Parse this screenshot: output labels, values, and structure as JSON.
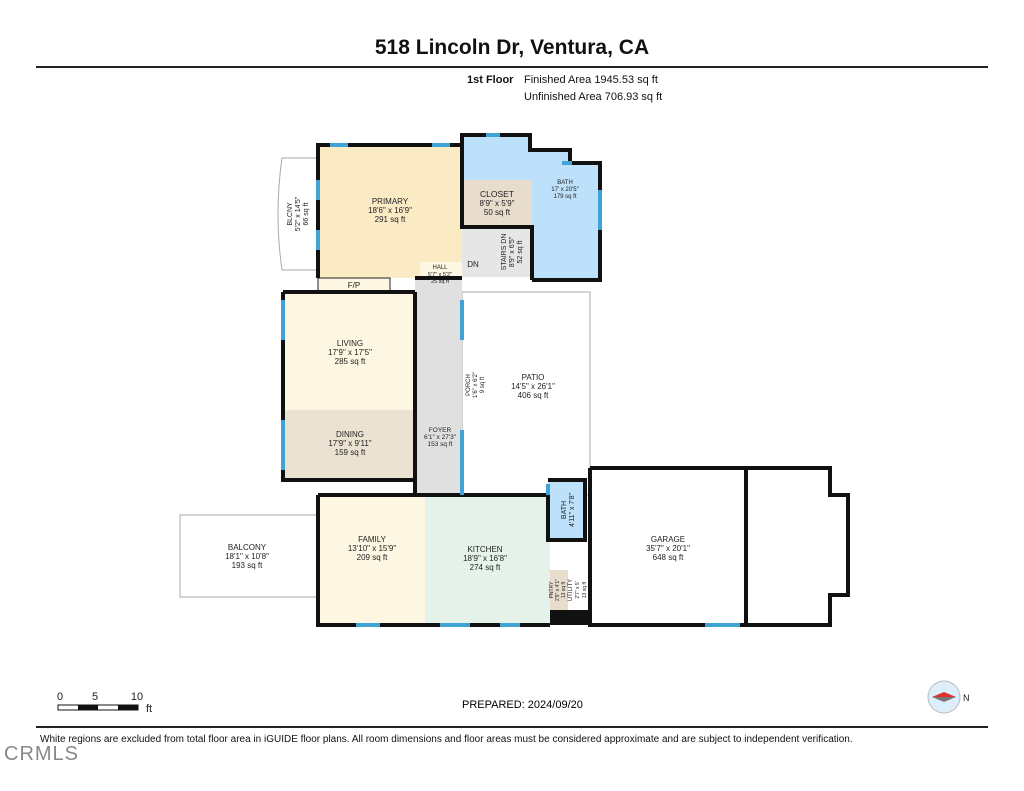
{
  "title": "518 Lincoln Dr, Ventura, CA",
  "floor": "1st Floor",
  "finished_area": "Finished Area 1945.53 sq ft",
  "unfinished_area": "Unfinished Area 706.93 sq ft",
  "rooms": {
    "primary": {
      "name": "PRIMARY",
      "dims": "18'6\" x 16'9\"",
      "area": "291 sq ft"
    },
    "closet": {
      "name": "CLOSET",
      "dims": "8'9\" x 5'9\"",
      "area": "50 sq ft"
    },
    "bath1": {
      "name": "BATH",
      "dims": "17' x 20'5\"",
      "area": "179 sq ft"
    },
    "bcony": {
      "name": "BLCNY",
      "dims": "5'2\" x 14'5\"",
      "area": "66 sq ft"
    },
    "stairs": {
      "name": "STAIRS DN",
      "dims": "8'9\" x 6'5\"",
      "area": "52 sq ft"
    },
    "dn": "DN",
    "hall": {
      "name": "HALL",
      "dims": "5'7\" x 5'2\"",
      "area": "25 sq ft"
    },
    "fp": "F/P",
    "living": {
      "name": "LIVING",
      "dims": "17'9\" x 17'5\"",
      "area": "285 sq ft"
    },
    "dining": {
      "name": "DINING",
      "dims": "17'9\" x 9'11\"",
      "area": "159 sq ft"
    },
    "porch": {
      "name": "PORCH",
      "dims": "1'6\" x 6'2\"",
      "area": "9 sq ft"
    },
    "foyer": {
      "name": "FOYER",
      "dims": "6'1\" x 27'3\"",
      "area": "153 sq ft"
    },
    "patio": {
      "name": "PATIO",
      "dims": "14'5\" x 26'1\"",
      "area": "406 sq ft"
    },
    "balcony": {
      "name": "BALCONY",
      "dims": "18'1\" x 10'8\"",
      "area": "193 sq ft"
    },
    "family": {
      "name": "FAMILY",
      "dims": "13'10\" x 15'9\"",
      "area": "209 sq ft"
    },
    "kitchen": {
      "name": "KITCHEN",
      "dims": "18'9\" x 16'8\"",
      "area": "274 sq ft"
    },
    "bath2": {
      "name": "BATH",
      "dims": "4'11\" x 7'8\""
    },
    "pantry": {
      "name": "PNTRY",
      "dims": "2'9\" x 4'1\"",
      "area": "13 sq ft"
    },
    "utility": {
      "name": "UTILITY",
      "dims": "2'7\" x 5'",
      "area": "13 sq ft"
    },
    "garage": {
      "name": "GARAGE",
      "dims": "35'7\" x 20'1\"",
      "area": "648 sq ft"
    }
  },
  "scale": {
    "labels": [
      "0",
      "5",
      "10"
    ],
    "unit": "ft"
  },
  "prepared": "PREPARED: 2024/09/20",
  "compass": "N",
  "disclaimer": "White regions are excluded from total floor area in iGUIDE floor plans. All room dimensions and floor areas must be considered approximate and are subject to independent verification.",
  "logo": "CRMLS",
  "colors": {
    "primary": "#faebc5",
    "bath": "#bde0fb",
    "closet": "#e8dccd",
    "living": "#fdf6e2",
    "kitchen": "#e4f2e9",
    "hall": "#e0e0e0",
    "window": "#3fa3d8",
    "wall": "#111111"
  }
}
